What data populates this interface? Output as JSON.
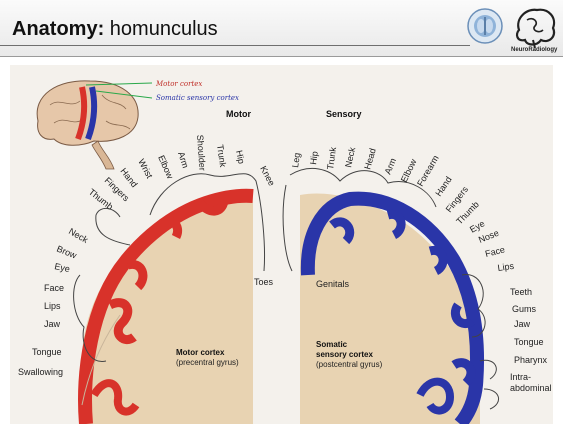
{
  "slide": {
    "title_bold": "Anatomy:",
    "title_rest": " homunculus",
    "logo_text": "NeuroRadiology"
  },
  "figure": {
    "legend": {
      "motor": "Motor cortex",
      "sensory": "Somatic sensory cortex"
    },
    "headings": {
      "motor": "Motor",
      "sensory": "Sensory"
    },
    "motor_labels": [
      "Toes",
      "Knee",
      "Hip",
      "Trunk",
      "Shoulder",
      "Arm",
      "Elbow",
      "Wrist",
      "Hand",
      "Fingers",
      "Thumb",
      "Neck",
      "Brow",
      "Eye",
      "Face",
      "Lips",
      "Jaw",
      "Tongue",
      "Swallowing"
    ],
    "sensory_labels": [
      "Genitals",
      "Leg",
      "Hip",
      "Trunk",
      "Neck",
      "Head",
      "Arm",
      "Elbow",
      "Forearm",
      "Hand",
      "Fingers",
      "Thumb",
      "Eye",
      "Nose",
      "Face",
      "Lips",
      "Teeth",
      "Gums",
      "Jaw",
      "Tongue",
      "Pharynx",
      "Intra-",
      "abdominal"
    ],
    "motor_caption": {
      "name": "Motor cortex",
      "sub": "(precentral gyrus)"
    },
    "sensory_caption": {
      "name_line1": "Somatic",
      "name_line2": "sensory cortex",
      "sub": "(postcentral gyrus)"
    },
    "colors": {
      "motor": "#d8322a",
      "sensory": "#2a35a8",
      "tissue": "#e8d3b2"
    }
  }
}
